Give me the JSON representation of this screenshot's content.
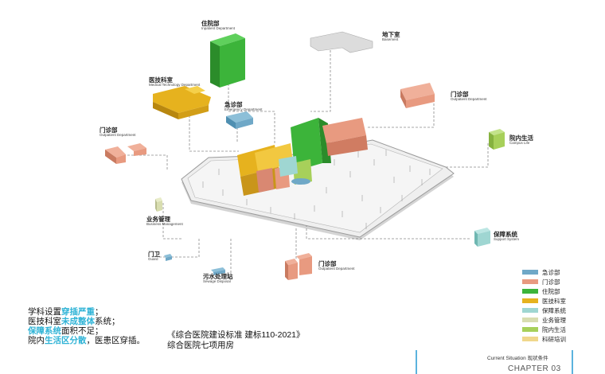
{
  "departments": [
    {
      "key": "inpatient",
      "zh": "住院部",
      "en": "Inpatient Department"
    },
    {
      "key": "basement",
      "zh": "地下室",
      "en": "Basement"
    },
    {
      "key": "medtech",
      "zh": "医技科室",
      "en": "Medical Technology Department"
    },
    {
      "key": "emergency",
      "zh": "急诊部",
      "en": "Emergency Department"
    },
    {
      "key": "outpatient_left",
      "zh": "门诊部",
      "en": "Outpatient Department"
    },
    {
      "key": "outpatient_right",
      "zh": "门诊部",
      "en": "Outpatient Department"
    },
    {
      "key": "campus",
      "zh": "院内生活",
      "en": "Campus Life"
    },
    {
      "key": "business",
      "zh": "业务管理",
      "en": "Business Management"
    },
    {
      "key": "support",
      "zh": "保障系统",
      "en": "Support System"
    },
    {
      "key": "guard",
      "zh": "门卫",
      "en": "Guard"
    },
    {
      "key": "sewage",
      "zh": "污水处理站",
      "en": "Sewage Disposal"
    },
    {
      "key": "outpatient_bottom",
      "zh": "门诊部",
      "en": "Outpatient Department"
    }
  ],
  "legend": [
    {
      "label": "急诊部",
      "color": "#6fa8c7"
    },
    {
      "label": "门诊部",
      "color": "#e89a80"
    },
    {
      "label": "住院部",
      "color": "#3cb43a"
    },
    {
      "label": "医技科室",
      "color": "#e6b21e"
    },
    {
      "label": "保障系统",
      "color": "#9fd6d2"
    },
    {
      "label": "业务管理",
      "color": "#d8ddb0"
    },
    {
      "label": "院内生活",
      "color": "#a7d05a"
    },
    {
      "label": "科研培训",
      "color": "#f0d78c"
    }
  ],
  "notes": {
    "line1_a": "学科设置",
    "line1_hl": "穿插严重",
    "line1_b": "；",
    "line2_a": "医技科室",
    "line2_hl": "未成整体",
    "line2_b": "系统；",
    "line3_hl": "保障系统",
    "line3_b": "面积不足；",
    "line4_a": "院内",
    "line4_hl": "生活区分散",
    "line4_b": "，医患区穿插。"
  },
  "standard": {
    "title": "《综合医院建设标准  建标110-2021》",
    "subtitle": "综合医院七项用房"
  },
  "footer": {
    "section": "Current Situation 现状条件",
    "chapter": "CHAPTER 03"
  }
}
